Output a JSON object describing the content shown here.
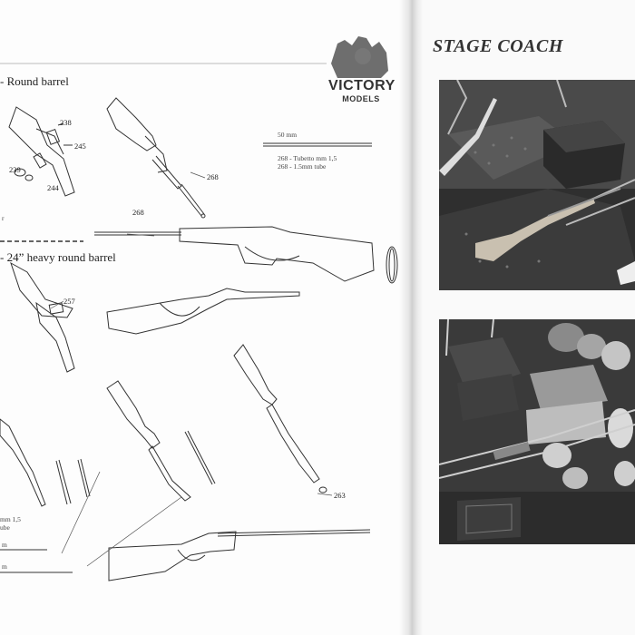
{
  "left_page": {
    "logo": {
      "brand": "VICTORY",
      "sub": "MODELS"
    },
    "section1_title": "- Round barrel",
    "section2_title": "- 24” heavy round barrel",
    "parts": {
      "p238": "238",
      "p245": "245",
      "p239": "239",
      "p244": "244",
      "p268_a": "268",
      "p268_b": "268",
      "p257": "257",
      "p263": "263"
    },
    "tube_note": {
      "length": "50 mm",
      "line1": "268 - Tubetto mm 1,5",
      "line2": "268 - 1.5mm tube"
    },
    "cut_fragments": {
      "frag_r": "r",
      "frag_mm15": "mm 1,5",
      "frag_tube": "ube",
      "frag_m": "m",
      "frag_nm": "m"
    }
  },
  "right_page": {
    "title": "STAGE COACH"
  },
  "colors": {
    "paper": "#fdfdfd",
    "ink": "#222222",
    "photo_dark": "#3a3a3a",
    "photo_mid": "#7a7a7a",
    "photo_light": "#d0d0d0"
  }
}
